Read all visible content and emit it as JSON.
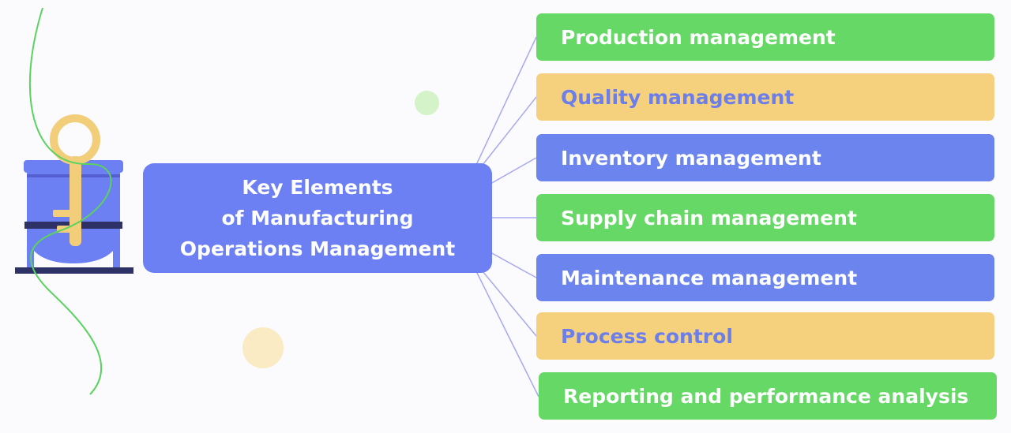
{
  "central": {
    "lines": [
      "Key Elements",
      "of Manufacturing",
      "Operations Management"
    ]
  },
  "items": [
    {
      "label": "Production management",
      "style": "green"
    },
    {
      "label": "Quality management",
      "style": "yellow"
    },
    {
      "label": "Inventory management",
      "style": "blue"
    },
    {
      "label": "Supply chain management",
      "style": "green"
    },
    {
      "label": "Maintenance management",
      "style": "blue"
    },
    {
      "label": "Process control",
      "style": "yellow"
    },
    {
      "label": "Reporting and performance analysis",
      "style": "green"
    }
  ],
  "colors": {
    "green": "#65d866",
    "yellow": "#f6d17d",
    "blue": "#6c84ee",
    "central": "#6c7ff3",
    "connector": "#a7a9f0",
    "wire": "#5ad35e",
    "key": "#f2cd7a",
    "vessel": "#6c7ff3",
    "vessel_dark": "#2d3166"
  },
  "icons": [
    "key-icon",
    "vessel-icon"
  ]
}
